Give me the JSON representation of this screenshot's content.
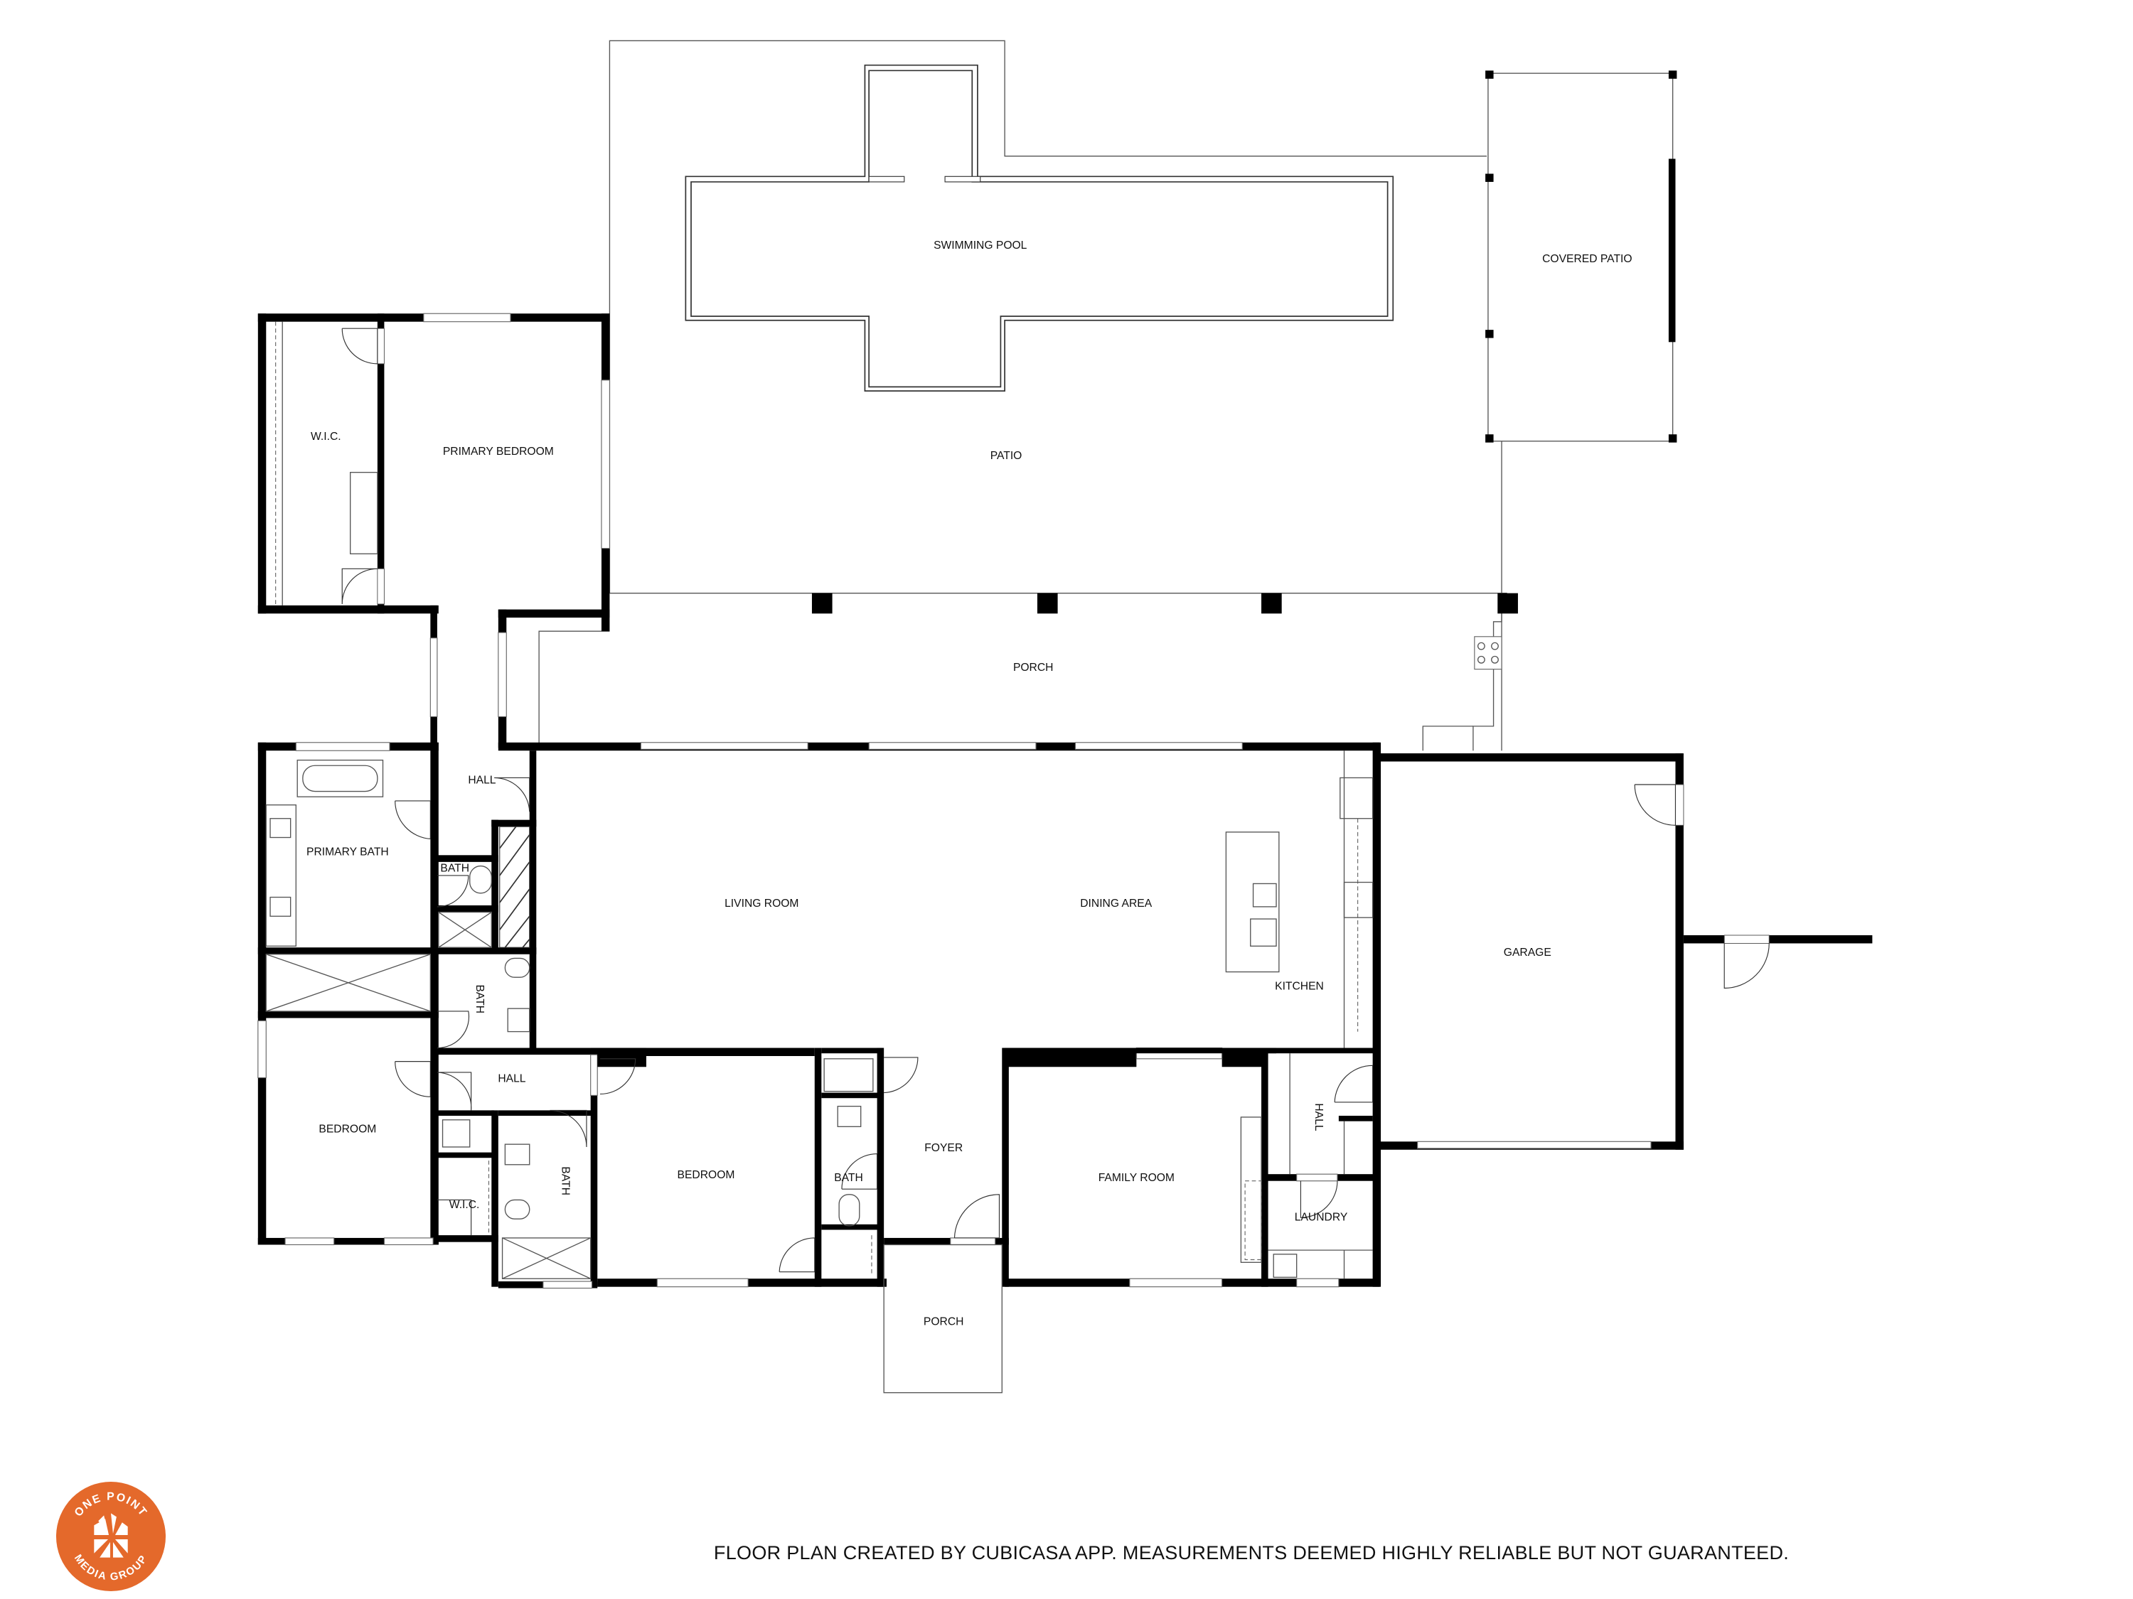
{
  "rooms": {
    "swimming_pool": "SWIMMING POOL",
    "covered_patio": "COVERED PATIO",
    "patio": "PATIO",
    "wic_primary": "W.I.C.",
    "primary_bedroom": "PRIMARY BEDROOM",
    "porch_rear": "PORCH",
    "hall_upper": "HALL",
    "primary_bath": "PRIMARY BATH",
    "bath_small": "BATH",
    "living_room": "LIVING ROOM",
    "dining_area": "DINING AREA",
    "kitchen": "KITCHEN",
    "garage": "GARAGE",
    "bath_left": "BATH",
    "hall_lower": "HALL",
    "bedroom_left": "BEDROOM",
    "wic_small": "W.I.C.",
    "bath_lower": "BATH",
    "bedroom_center": "BEDROOM",
    "bath_center": "BATH",
    "foyer": "FOYER",
    "family_room": "FAMILY ROOM",
    "hall_right": "HALL",
    "laundry": "LAUNDRY",
    "porch_front": "PORCH"
  },
  "footer": {
    "disclaimer": "FLOOR PLAN CREATED BY CUBICASA APP. MEASUREMENTS DEEMED HIGHLY RELIABLE BUT NOT GUARANTEED."
  },
  "logo": {
    "top_text": "ONE POINT",
    "bottom_text": "MEDIA GROUP",
    "color": "#E4692B"
  }
}
